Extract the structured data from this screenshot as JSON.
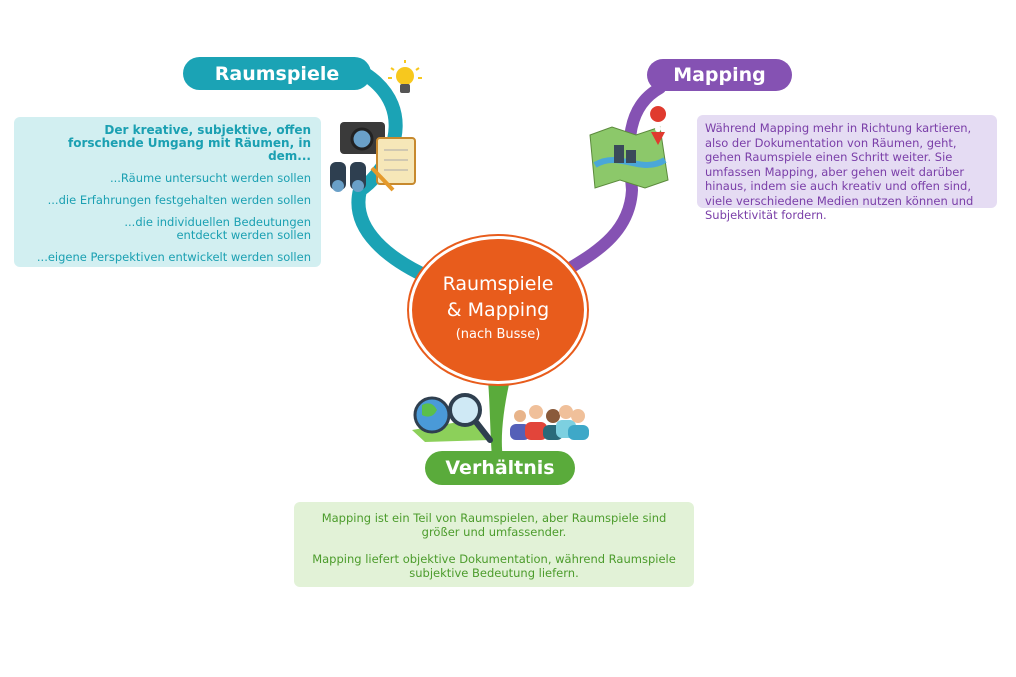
{
  "center": {
    "line1": "Raumspiele",
    "line2": "& Mapping",
    "line3": "(nach Busse)"
  },
  "raumspiele": {
    "title": "Raumspiele",
    "heading": "Der kreative, subjektive, offen forschende Umgang mit Räumen, in dem...",
    "items": [
      "...Räume untersucht werden sollen",
      "...die Erfahrungen festgehalten werden sollen",
      "...die individuellen Bedeutungen entdeckt werden sollen",
      "...eigene Perspektiven entwickelt werden sollen"
    ]
  },
  "mapping": {
    "title": "Mapping",
    "text": "Während Mapping mehr in Richtung kartieren, also der Dokumentation von Räumen, geht, gehen Raumspiele einen Schritt weiter. Sie umfassen Mapping, aber gehen weit darüber hinaus, indem sie auch kreativ und offen sind, viele verschiedene Medien nutzen können und Subjektivität fordern."
  },
  "verhaeltnis": {
    "title": "Verhältnis",
    "p1": "Mapping ist ein Teil von Raumspielen, aber Raumspiele sind größer und umfassender.",
    "p2": "Mapping liefert objektive Dokumentation, während Raumspiele subjektive Bedeutung liefern."
  },
  "colors": {
    "teal": "#1ba3b5",
    "purple": "#8552b3",
    "orange": "#e85c1c",
    "green": "#5aab3b"
  }
}
